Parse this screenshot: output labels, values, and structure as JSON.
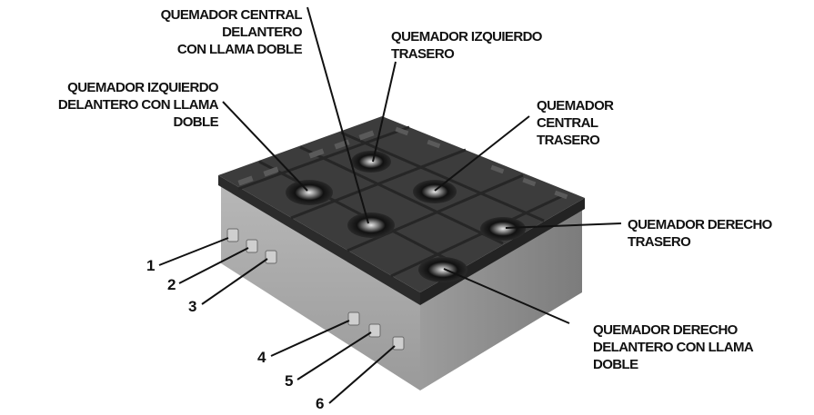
{
  "burners": {
    "front_center": [
      "QUEMADOR CENTRAL",
      "DELANTERO",
      "CON LLAMA DOBLE"
    ],
    "rear_left": [
      "QUEMADOR IZQUIERDO",
      "TRASERO"
    ],
    "front_left": [
      "QUEMADOR IZQUIERDO",
      "DELANTERO CON LLAMA",
      "DOBLE"
    ],
    "rear_center": [
      "QUEMADOR",
      "CENTRAL",
      "TRASERO"
    ],
    "rear_right": [
      "QUEMADOR DERECHO",
      "TRASERO"
    ],
    "front_right": [
      "QUEMADOR DERECHO",
      "DELANTERO CON LLAMA",
      "DOBLE"
    ]
  },
  "knobs": [
    "1",
    "2",
    "3",
    "4",
    "5",
    "6"
  ],
  "colors": {
    "body_front": "#a9a9a9",
    "body_side": "#8e8e8e",
    "grate_top": "#3a3a3a",
    "burner_ring": "#1c1c1c",
    "text": "#111111"
  }
}
